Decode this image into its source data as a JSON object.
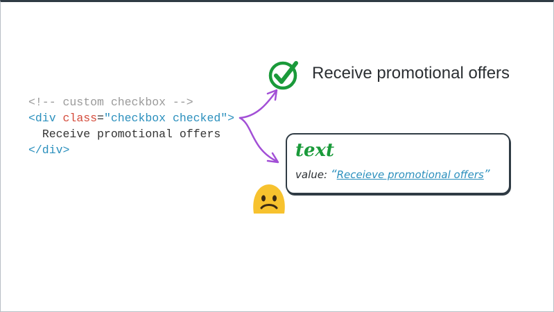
{
  "code": {
    "comment": "<!-- custom checkbox -->",
    "open_tag_start": "<div",
    "attr_name": "class",
    "attr_eq": "=",
    "attr_value": "\"checkbox checked\"",
    "open_tag_end": ">",
    "inner_text": "Receive promotional offers",
    "close_tag": "</div>"
  },
  "rendered_checkbox": {
    "label": "Receive promotional offers",
    "icon": "check-circle-icon",
    "color": "#1a9a3a"
  },
  "accessibility_card": {
    "role": "text",
    "value_label": "value:",
    "open_quote": "“",
    "value": "Receieve promotional offers",
    "close_quote": "”"
  },
  "reaction": {
    "icon": "frowning-face-icon"
  },
  "colors": {
    "arrow": "#a24fd6",
    "accent_green": "#1a9a3a",
    "link_blue": "#2a8fbd",
    "frame": "#2f3b44"
  }
}
